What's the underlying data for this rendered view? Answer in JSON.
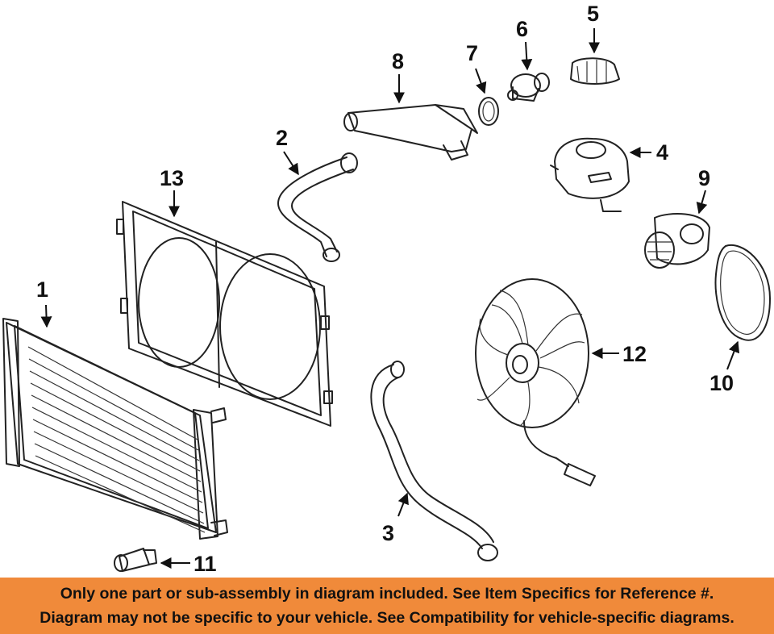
{
  "callouts": {
    "c1": "1",
    "c2": "2",
    "c3": "3",
    "c4": "4",
    "c5": "5",
    "c6": "6",
    "c7": "7",
    "c8": "8",
    "c9": "9",
    "c10": "10",
    "c11": "11",
    "c12": "12",
    "c13": "13"
  },
  "banner": {
    "line1": "Only one part or sub-assembly in diagram included. See Item Specifics for Reference #.",
    "line2": "Diagram may not be specific to your vehicle. See Compatibility for vehicle-specific diagrams."
  },
  "colors": {
    "banner_bg": "#f08a3a",
    "line": "#222222"
  }
}
